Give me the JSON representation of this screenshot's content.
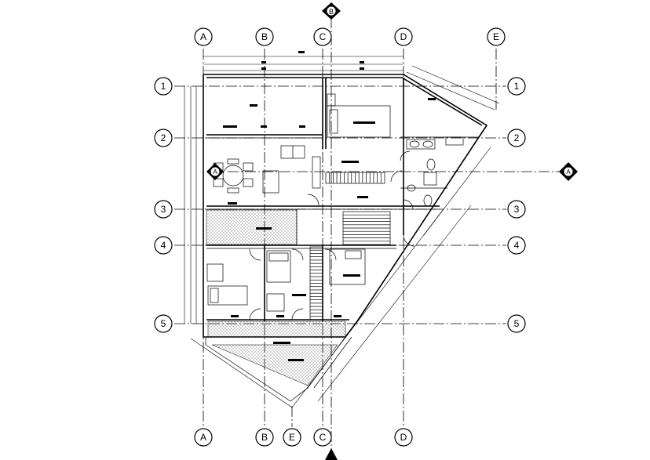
{
  "grid": {
    "columns_top": [
      "A",
      "B",
      "C",
      "D",
      "E"
    ],
    "columns_bottom": [
      "A",
      "B",
      "E",
      "C",
      "D"
    ],
    "rows_left": [
      "1",
      "2",
      "3",
      "4",
      "5"
    ],
    "rows_right": [
      "1",
      "2",
      "3",
      "4",
      "5"
    ]
  },
  "section_markers": {
    "top": "B",
    "left": "A",
    "right": "A"
  },
  "colors": {
    "line": "#000000",
    "background": "#ffffff"
  }
}
